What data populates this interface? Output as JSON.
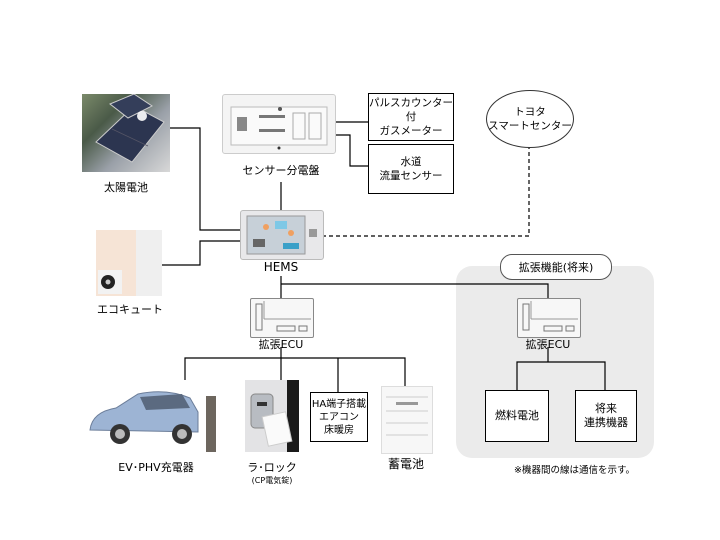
{
  "diagram": {
    "title": "HEMS system configuration",
    "nodes": {
      "solar": {
        "label": "太陽電池",
        "icon": "solar-panel-roof-icon"
      },
      "distribution_board": {
        "label": "センサー分電盤",
        "icon": "distribution-board-icon"
      },
      "gas_meter": {
        "label": "パルスカウンター付\nガスメーター"
      },
      "water_sensor": {
        "label": "水道\n流量センサー"
      },
      "toyota_center": {
        "label": "トヨタ\nスマートセンター"
      },
      "hems": {
        "label": "HEMS",
        "icon": "hems-touch-panel-icon"
      },
      "ecocute": {
        "label": "エコキュート",
        "icon": "water-heater-icon"
      },
      "ecu_main": {
        "label": "拡張ECU",
        "icon": "ecu-unit-icon"
      },
      "ev_charger": {
        "label": "EV･PHV充電器",
        "icon": "ev-car-charger-icon"
      },
      "lock": {
        "label": "ラ･ロック",
        "sublabel": "(CP電気錠)",
        "icon": "card-lock-icon"
      },
      "ha_terminal": {
        "label": "HA端子搭載\nエアコン\n床暖房"
      },
      "storage_battery": {
        "label": "蓄電池",
        "icon": "storage-battery-icon"
      },
      "future_panel": {
        "title": "拡張機能(将来)"
      },
      "ecu_future": {
        "label": "拡張ECU",
        "icon": "ecu-unit-icon"
      },
      "fuel_cell": {
        "label": "燃料電池"
      },
      "future_device": {
        "label": "将来\n連携機器"
      }
    },
    "note": "※機器間の線は通信を示す。",
    "colors": {
      "line": "#000000",
      "panel_bg": "#ebebeb"
    }
  }
}
